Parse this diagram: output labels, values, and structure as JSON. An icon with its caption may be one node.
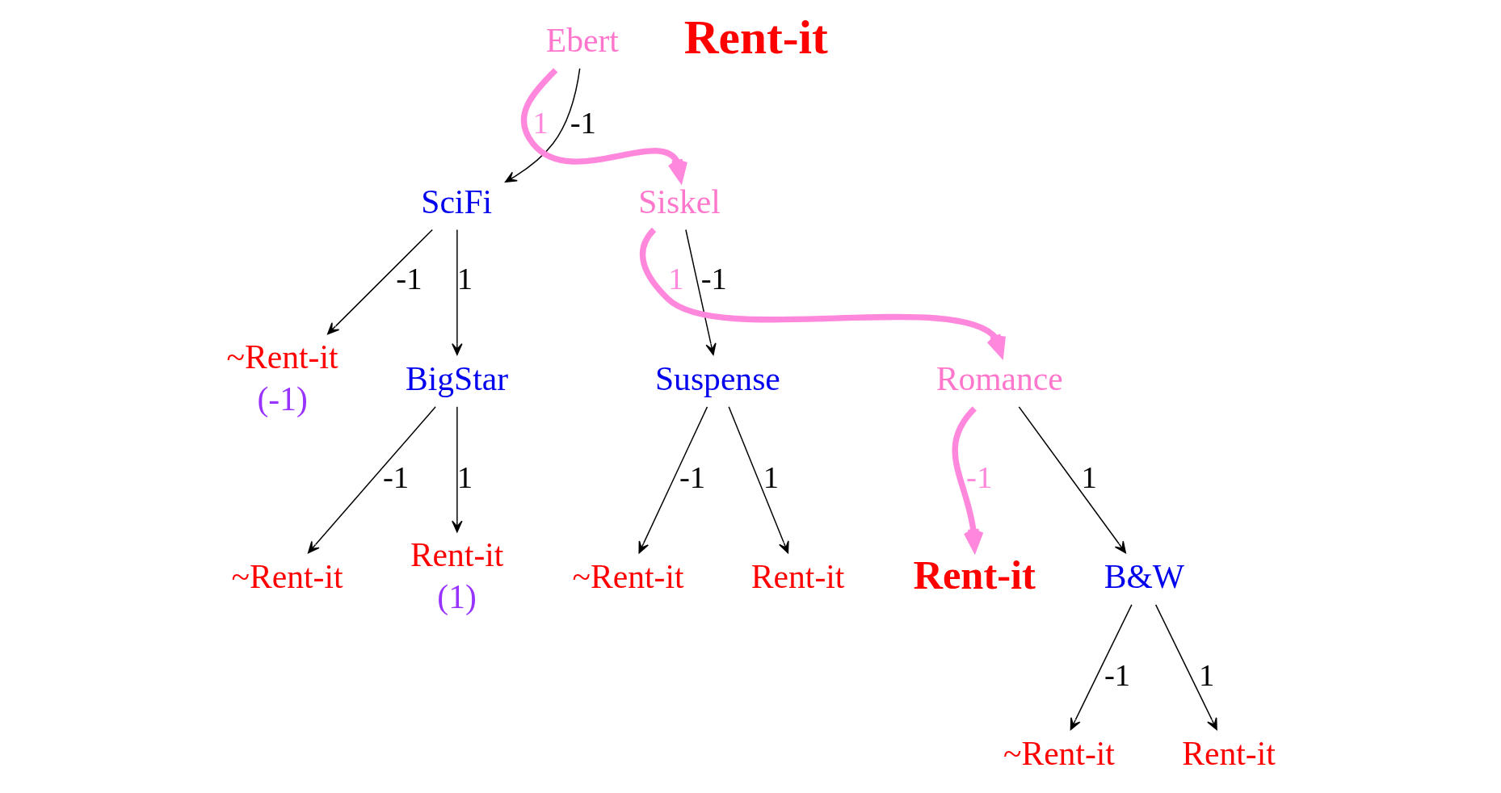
{
  "diagram": {
    "nodes": [
      {
        "text": [
          "Ebert"
        ]
      },
      {
        "text": [
          "SciFi"
        ]
      },
      {
        "text": [
          "Siskel"
        ]
      },
      {
        "text": [
          "~Rent-it"
        ],
        "beside": [
          "(-1)"
        ]
      },
      {
        "text": [
          "BigStar"
        ]
      },
      {
        "text": [
          "Suspense"
        ]
      },
      {
        "text": [
          "Romance"
        ]
      },
      {
        "text": [
          "~Rent-it"
        ]
      },
      {
        "text": [
          "Rent-it"
        ],
        "beside": [
          "(1)"
        ]
      },
      {
        "text": [
          "~Rent-it"
        ]
      },
      {
        "text": [
          "Rent-it"
        ]
      },
      {
        "text": [
          "Rent-it"
        ]
      },
      {
        "text": [
          "B&W"
        ]
      },
      {
        "text": [
          "~Rent-it"
        ]
      },
      {
        "text": [
          "Rent-it"
        ]
      }
    ],
    "edges": [
      {
        "from": 0,
        "to": 1,
        "arrow": "to",
        "label": "-1"
      },
      {
        "from": 0,
        "to": 2,
        "arrow": "to",
        "label": "1",
        "style": "thick",
        "color": "#ff88dd"
      },
      {
        "from": 1,
        "to": 3,
        "arrow": "to",
        "label": "-1"
      },
      {
        "from": 1,
        "to": 4,
        "arrow": "to",
        "label": "1"
      },
      {
        "from": 2,
        "to": 5,
        "arrow": "to",
        "label": "-1"
      },
      {
        "from": 2,
        "to": 6,
        "arrow": "to",
        "label": "1",
        "style": "thick",
        "color": "#ff88dd"
      },
      {
        "from": 4,
        "to": 7,
        "arrow": "to",
        "label": "-1"
      },
      {
        "from": 4,
        "to": 8,
        "arrow": "to",
        "label": "1"
      },
      {
        "from": 5,
        "to": 9,
        "arrow": "to",
        "label": "-1"
      },
      {
        "from": 5,
        "to": 10,
        "arrow": "to",
        "label": "1"
      },
      {
        "from": 6,
        "to": 11,
        "arrow": "to",
        "label": "-1",
        "style": "thick",
        "color": "#ff88dd"
      },
      {
        "from": 6,
        "to": 12,
        "arrow": "to",
        "label": "1"
      },
      {
        "from": 12,
        "to": 13,
        "arrow": "to",
        "label": "-1"
      },
      {
        "from": 12,
        "to": 14,
        "arrow": "to",
        "label": "1"
      }
    ],
    "labels": [
      "Rent-it"
    ]
  }
}
